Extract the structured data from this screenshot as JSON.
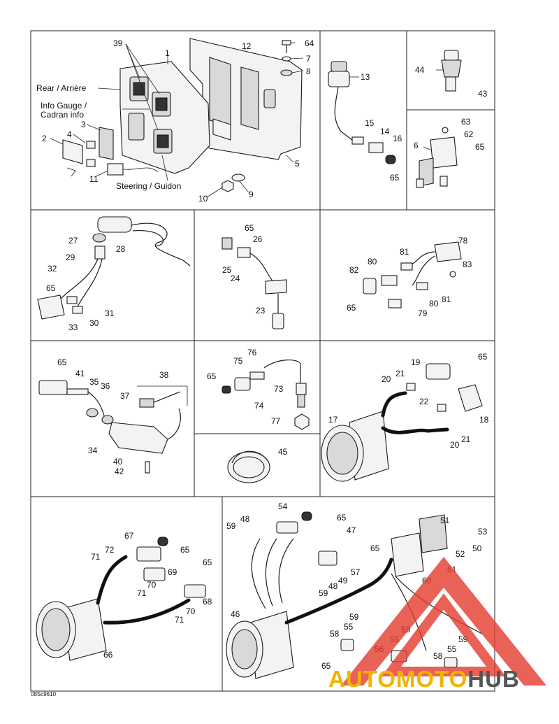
{
  "labels": {
    "rear": "Rear / Arrière",
    "info_gauge_line1": "Info Gauge /",
    "info_gauge_line2": "Cadran info",
    "steering": "Steering / Guidon"
  },
  "callouts": {
    "p1": [
      "39",
      "1",
      "12",
      "64",
      "7",
      "8",
      "2",
      "4",
      "3",
      "11",
      "5",
      "10",
      "9"
    ],
    "p2": [
      "13",
      "15",
      "14",
      "16",
      "65"
    ],
    "p3": [
      "44",
      "43"
    ],
    "p4": [
      "63",
      "62",
      "6",
      "65"
    ],
    "p5": [
      "27",
      "28",
      "29",
      "32",
      "65",
      "31",
      "30",
      "33"
    ],
    "p6": [
      "65",
      "26",
      "25",
      "24",
      "23"
    ],
    "p7": [
      "78",
      "81",
      "80",
      "82",
      "83",
      "65",
      "80",
      "81",
      "79"
    ],
    "p8": [
      "65",
      "41",
      "35",
      "36",
      "38",
      "37",
      "34",
      "40",
      "42"
    ],
    "p9": [
      "76",
      "75",
      "65",
      "73",
      "74",
      "77"
    ],
    "p10": [
      "45"
    ],
    "p11": [
      "19",
      "65",
      "21",
      "20",
      "22",
      "17",
      "18",
      "21",
      "20"
    ],
    "p12": [
      "67",
      "72",
      "71",
      "65",
      "70",
      "69",
      "65",
      "71",
      "68",
      "70",
      "71",
      "66"
    ],
    "p13": [
      "54",
      "65",
      "48",
      "59",
      "47",
      "65",
      "51",
      "53",
      "50",
      "52",
      "49",
      "57",
      "48",
      "59",
      "61",
      "60",
      "46",
      "59",
      "55",
      "58",
      "55",
      "56",
      "59",
      "65",
      "55",
      "59",
      "58"
    ]
  },
  "doc_ref": "08Sc9610",
  "logo": {
    "part1": "AUTOMOTO",
    "part2": "HUB",
    "accent_color": "#f3b300",
    "mark_color": "#e23b2e",
    "text_color": "#555555"
  }
}
